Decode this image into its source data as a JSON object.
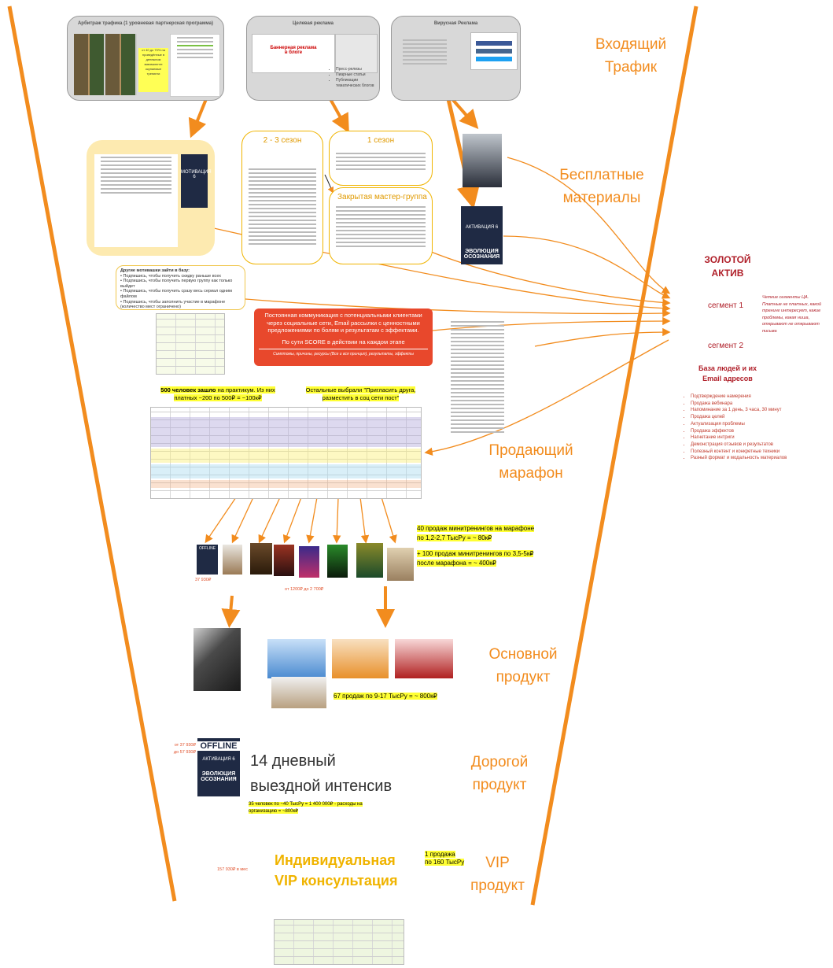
{
  "traffic_sources": {
    "arbitrage": {
      "title": "Арбитраж трафика (1 уровневая партнерская программа)",
      "badge": "от 40 до 70% на проведённые в денежном эквиваленте окупаемые тренинги"
    },
    "targeted": {
      "title": "Целевая реклама",
      "banner_text": "Баннерная реклама в блоге",
      "bullets": [
        "Пресс-релизы",
        "Пиарные статьи",
        "Публикации тематических блогов"
      ]
    },
    "viral": {
      "title": "Вирусная Реклама"
    }
  },
  "seasons": {
    "season23": {
      "title": "2 - 3 сезон"
    },
    "season1": {
      "title": "1 сезон"
    },
    "master_group": {
      "title": "Закрытая мастер-группа"
    }
  },
  "motivation": {
    "title": "Другие мотивашки зайти в базу:",
    "items": [
      "Подпишись, чтобы получить скидку раньше всех",
      "Подпишись, чтобы получить первую группу как только выйдет",
      "Подпишись, чтобы получить сразу весь сериал одним файлом",
      "Подпишись, чтобы заполнить участие в марафоне (количество мест ограничено)"
    ]
  },
  "communication": {
    "main_text": "Постоянная коммуникация с потенциальными клиентами через социальные сети, Email рассылки с ценностными предложениями по болям и результатам с эффектами.",
    "score_text": "По сути SCORE в действии на каждом этапе",
    "sub_text": "Симптомы, причины, ресурсы (Все и вся принцип), результаты, эффекты"
  },
  "golden": {
    "title": "ЗОЛОТОЙ\nАКТИВ",
    "segment1": "сегмент 1",
    "segment2": "сегмент 2",
    "note": "Четкие сегменты ЦА. Платные не платных, какой тренинг интересует, какие проблемы, какая ниша, открывают не открывают письма",
    "base_label": "База людей и их\nEmail адресов",
    "list": [
      "Подтверждение намерения",
      "Продажа вебинара",
      "Напоминание за 1 день, 3 часа, 30 минут",
      "Продажа целей",
      "Актуализация проблемы",
      "Продажа эффектов",
      "Нагнетание интриги",
      "Демонстрация отзывов и результатов",
      "Полезный контент и конкретные техники",
      "Разный формат и модальность материалов"
    ]
  },
  "marathon": {
    "left_note_bold": "500 человек зашло",
    "left_note_rest": " на практикум. Из них платных ~200 по 500₽ = ~100к₽",
    "right_note": "Остальные выбрали \"Пригласить друга, разместить в соц сети пост\""
  },
  "products": {
    "minitrain_sales_1": "40 продаж минитренингов на марафоне по 1,2-2,7 ТысРу = ~ 80к₽",
    "minitrain_sales_2": "+ 100 продаж минитренингов по 3,5-5к₽ после марафона = ~ 400к₽",
    "price_left": "37 930₽",
    "price_range": "от 1200₽ до 2 700₽",
    "main_sales": "67 продаж по 9-17 ТысРу = ~ 800к₽",
    "expensive_price_a": "от 37 930₽",
    "expensive_price_b": "до 57 930₽",
    "intensive_title": "14 дневный\nвыездной интенсив",
    "intensive_note": "35 человек по ~40 ТысРу = 1 400 000₽ - расходы на организацию = ~800к₽",
    "vip_price": "157 930₽ в мес",
    "vip_title": "Индивидуальная\nVIP консультация",
    "vip_sales": "1 продажа\nпо 160 ТысРу",
    "offline_label": "OFFLINE",
    "cover_line": "АКТИВАЦИЯ 6",
    "cover_title": "ЭВОЛЮЦИЯ\nОСОЗНАНИЯ",
    "motivation_cover": "МОТИВАЦИЯ 6"
  },
  "stage_labels": {
    "incoming": "Входящий\nТрафик",
    "free": "Бесплатные\nматериалы",
    "selling": "Продающий\nмарафон",
    "main": "Основной\nпродукт",
    "expensive": "Дорогой\nпродукт",
    "vip": "VIP\nпродукт"
  },
  "colors": {
    "orange": "#f28c1e",
    "red_box": "#e8482c",
    "gold": "#f0b400",
    "dark_red": "#b0202a"
  }
}
